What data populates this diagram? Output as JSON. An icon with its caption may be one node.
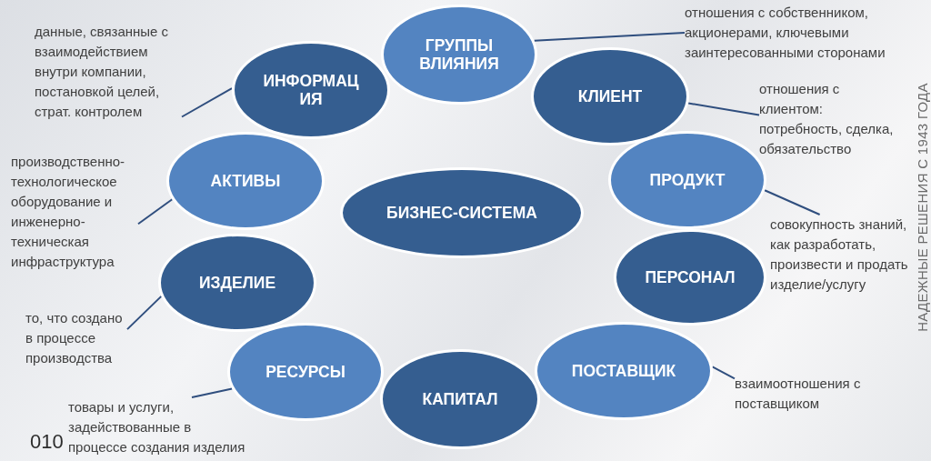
{
  "diagram": {
    "nodes": [
      {
        "text": [
          "ГРУППЫ ВЛИЯНИЯ"
        ]
      },
      {
        "text": [
          "КЛИЕНТ"
        ]
      },
      {
        "text": [
          "ПРОДУКТ"
        ]
      },
      {
        "text": [
          "ПЕРСОНАЛ"
        ]
      },
      {
        "text": [
          "ПОСТАВЩИК"
        ]
      },
      {
        "text": [
          "КАПИТАЛ"
        ]
      },
      {
        "text": [
          "РЕСУРСЫ"
        ]
      },
      {
        "text": [
          "ИЗДЕЛИЕ"
        ]
      },
      {
        "text": [
          "АКТИВЫ"
        ]
      },
      {
        "text": [
          "ИНФОРМАЦ ИЯ"
        ]
      },
      {
        "text": [
          "БИЗНЕС-СИСТЕМА"
        ]
      },
      {
        "text": [
          "данные, связанные с взаимодействием внутри компании, постановкой целей, страт. контролем"
        ]
      },
      {
        "text": [
          "отношения с собственником, акционерами, ключевыми заинтересованными сторонами"
        ]
      },
      {
        "text": [
          "отношения с клиентом: потребность, сделка, обязательство"
        ]
      },
      {
        "text": [
          "совокупность знаний, как разработать, произвести и продать изделие/услугу"
        ]
      },
      {
        "text": [
          "производственно-технологическое оборудование и инженерно-техническая инфраструктура"
        ]
      },
      {
        "text": [
          "то, что создано в процессе производства"
        ]
      },
      {
        "text": [
          "товары и услуги, задействованные в процессе создания изделия"
        ]
      },
      {
        "text": [
          "взаимоотношения с поставщиком"
        ]
      }
    ],
    "edges": [
      {
        "from": 11,
        "to": 9,
        "arrow": "none"
      },
      {
        "from": 12,
        "to": 0,
        "arrow": "none"
      },
      {
        "from": 13,
        "to": 1,
        "arrow": "none"
      },
      {
        "from": 14,
        "to": 2,
        "arrow": "none"
      },
      {
        "from": 15,
        "to": 8,
        "arrow": "none"
      },
      {
        "from": 16,
        "to": 7,
        "arrow": "none"
      },
      {
        "from": 17,
        "to": 6,
        "arrow": "none"
      },
      {
        "from": 18,
        "to": 4,
        "arrow": "none"
      }
    ],
    "labels": [
      "НАДЕЖНЫЕ РЕШЕНИЯ С 1943 ГОДА",
      "010"
    ]
  }
}
